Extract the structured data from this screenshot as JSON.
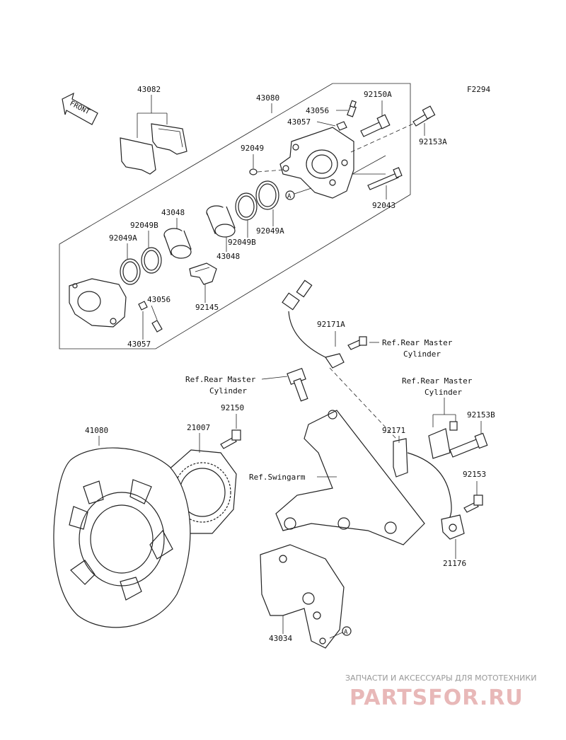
{
  "figure_code": "F2294",
  "front_label": "FRONT",
  "callout_letter": "A",
  "parts": {
    "p43082": "43082",
    "p43080": "43080",
    "p92150A": "92150A",
    "p43056_top": "43056",
    "p43057_top": "43057",
    "p92153A": "92153A",
    "p92049": "92049",
    "p92043": "92043",
    "p43048_top": "43048",
    "p92049B_left": "92049B",
    "p92049A_left": "92049A",
    "p92049A_right": "92049A",
    "p92049B_right": "92049B",
    "p43048_bottom": "43048",
    "p43056_bottom": "43056",
    "p92145": "92145",
    "p43057_bottom": "43057",
    "p92171A": "92171A",
    "p92150": "92150",
    "p41080": "41080",
    "p21007": "21007",
    "p92171": "92171",
    "p92153B": "92153B",
    "p92153": "92153",
    "p21176": "21176",
    "p43034": "43034"
  },
  "references": {
    "ref_master_1_line1": "Ref.Rear Master",
    "ref_master_1_line2": "Cylinder",
    "ref_master_2_line1": "Ref.Rear Master",
    "ref_master_2_line2": "Cylinder",
    "ref_master_3_line1": "Ref.Rear Master",
    "ref_master_3_line2": "Cylinder",
    "ref_swingarm": "Ref.Swingarm"
  },
  "watermark": {
    "subtitle": "ЗАПЧАСТИ И АКСЕССУАРЫ ДЛЯ МОТОТЕХНИКИ",
    "brand": "PARTSFOR.RU"
  }
}
